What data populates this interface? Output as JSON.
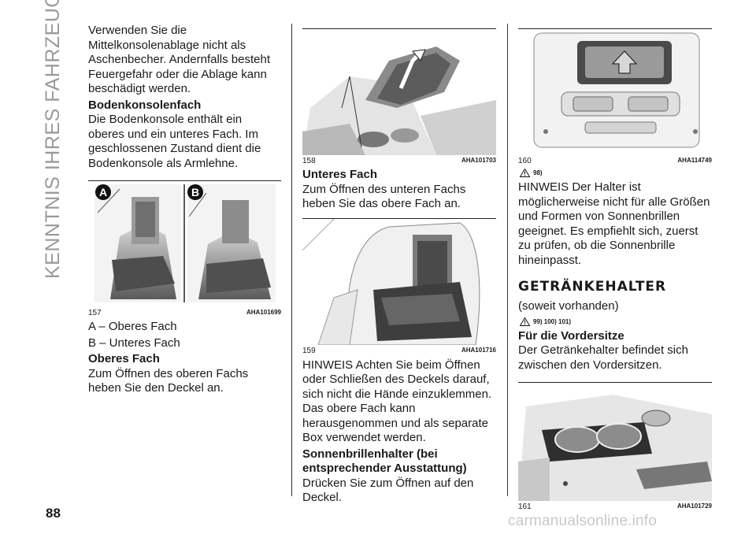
{
  "side_title": "KENNTNIS IHRES FAHRZEUGS",
  "page_number": "88",
  "watermark": "carmanualsonline.info",
  "col1": {
    "p1": "Verwenden Sie die Mittelkonsolenablage nicht als Aschenbecher. Andernfalls besteht Feuergefahr oder die Ablage kann beschädigt werden.",
    "h_console": "Bodenkonsolenfach",
    "p2": "Die Bodenkonsole enthält ein oberes und ein unteres Fach. Im geschlossenen Zustand dient die Bodenkonsole als Armlehne.",
    "fig": {
      "label_a": "A",
      "label_b": "B",
      "num": "157",
      "code": "AHA101699"
    },
    "legend_a": "A – Oberes Fach",
    "legend_b": "B – Unteres Fach",
    "h_upper": "Oberes Fach",
    "p3": "Zum Öffnen des oberen Fachs heben Sie den Deckel an."
  },
  "col2": {
    "fig1": {
      "num": "158",
      "code": "AHA101703"
    },
    "h_lower": "Unteres Fach",
    "p1": "Zum Öffnen des unteren Fachs heben Sie das obere Fach an.",
    "fig2": {
      "num": "159",
      "code": "AHA101716"
    },
    "p2": "HINWEIS Achten Sie beim Öffnen oder Schließen des Deckels darauf, sich nicht die Hände einzuklemmen. Das obere Fach kann herausgenommen und als separate Box verwendet werden.",
    "h_sunglass": "Sonnenbrillenhalter (bei entsprechender Ausstattung)",
    "p3": "Drücken Sie zum Öffnen auf den Deckel."
  },
  "col3": {
    "fig1": {
      "num": "160",
      "code": "AHA114749"
    },
    "warn1": "98)",
    "p1": "HINWEIS Der Halter ist möglicherweise nicht für alle Größen und Formen von Sonnenbrillen geeignet. Es empfiehlt sich, zuerst zu prüfen, ob die Sonnenbrille hineinpasst.",
    "h_cup": "GETRÄNKEHALTER",
    "p_opt": "(soweit vorhanden)",
    "warn2": "99)  100)  101)",
    "h_front": "Für die Vordersitze",
    "p2": "Der Getränkehalter befindet sich zwischen den Vordersitzen.",
    "fig2": {
      "num": "161",
      "code": "AHA101729"
    }
  }
}
